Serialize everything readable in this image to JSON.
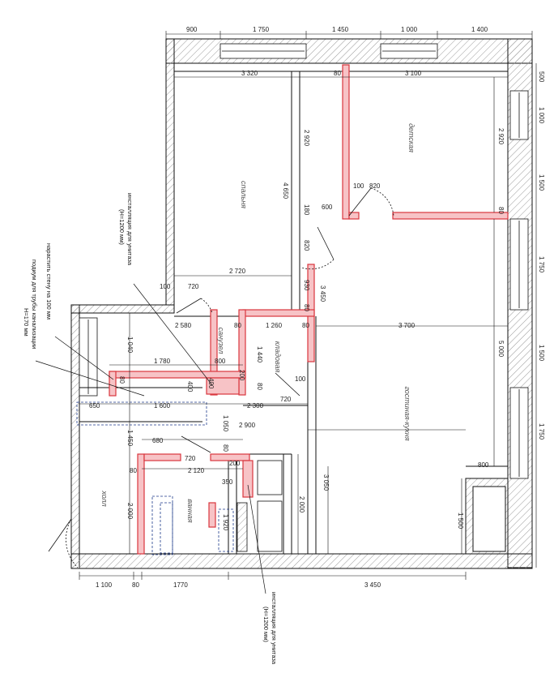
{
  "colors": {
    "new_wall": "#d9363e",
    "new_wall_fill": "#f7c3c6",
    "wall_hatch": "#9a9a9a",
    "line": "#111111"
  },
  "rooms": {
    "spalnya": "спальня",
    "detskaya": "детская",
    "gostinaya": "гостиная-кухня",
    "sanuzel": "санузел",
    "kladovaya": "кладовая",
    "vannaya": "ванная",
    "holl": "холл"
  },
  "notes": {
    "toilet_top_1": "инсталляция для унитаза",
    "toilet_top_2": "(Н=1200 мм)",
    "wall_note_1": "нарастить стену на 100 мм",
    "wall_note_2": "подиум для трубы канализации",
    "wall_note_3": "Н=170 мм",
    "toilet_bottom_1": "инсталляция для унитаза",
    "toilet_bottom_2": "(Н=1200 мм)"
  },
  "dims": {
    "top_900": "900",
    "top_1750": "1 750",
    "top_1450": "1 450",
    "top_1000": "1 000",
    "top_1400": "1 400",
    "r_3320": "3 320",
    "r_80a": "80",
    "r_3100": "3 100",
    "v_2920a": "2 920",
    "v_4650": "4 650",
    "v_180": "180",
    "v_820a": "820",
    "v_930": "930",
    "v_80a": "80",
    "d_600": "600",
    "d_100a": "100",
    "d_820b": "820",
    "v_2920b": "2 920",
    "v_80b": "80",
    "r_2720": "2 720",
    "d_100b": "100",
    "d_720a": "720",
    "r_2580": "2 580",
    "v_3450": "3 450",
    "r_80b": "80",
    "r_1260": "1 260",
    "r_80c": "80",
    "r_3700": "3 700",
    "v_1040": "1 040",
    "v_1440": "1 440",
    "r_1780": "1 780",
    "r_800": "800",
    "v_400a": "400",
    "v_200a": "200",
    "v_400b": "400",
    "v_80c": "80",
    "v_80d": "80",
    "d_100c": "100",
    "d_720b": "720",
    "r_650": "650",
    "r_1600": "1 600",
    "r_2300": "2 300",
    "v_1050": "1 050",
    "r_2900": "2 900",
    "v_5000": "5 000",
    "v_1450": "1 450",
    "r_680": "680",
    "v_80e": "80",
    "r_720c": "720",
    "r_2120": "2 120",
    "v_200b": "200",
    "v_80f": "80",
    "v_350": "350",
    "r_800b": "800",
    "v_2000a": "2 000",
    "v_1920": "1 920",
    "v_2000b": "2 000",
    "v_3050": "3 050",
    "v_1500a": "1 500",
    "right_500": "500",
    "right_1000": "1 000",
    "right_1500a": "1 500",
    "right_1750a": "1 750",
    "right_1500b": "1 500",
    "right_1750b": "1 750",
    "b_1100": "1 100",
    "b_80": "80",
    "b_1770": "1770",
    "b_3450": "3 450"
  }
}
